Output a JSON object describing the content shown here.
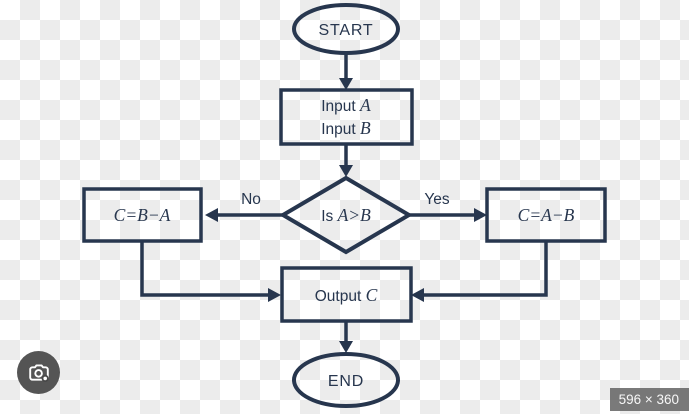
{
  "flowchart": {
    "stroke_color": "#27364e",
    "start": {
      "label": "START"
    },
    "input": {
      "line1_prefix": "Input ",
      "line1_var": "A",
      "line2_prefix": "Input ",
      "line2_var": "B"
    },
    "decision": {
      "prefix": "Is ",
      "expr": "A>B"
    },
    "no_branch": {
      "label": "No",
      "box_expr": "C=B−A"
    },
    "yes_branch": {
      "label": "Yes",
      "box_expr": "C=A−B"
    },
    "output": {
      "prefix": "Output ",
      "var": "C"
    },
    "end": {
      "label": "END"
    }
  },
  "overlay": {
    "lens_button": {
      "icon": "google-lens-camera-icon"
    },
    "size_badge": {
      "text": "596 × 360"
    }
  }
}
